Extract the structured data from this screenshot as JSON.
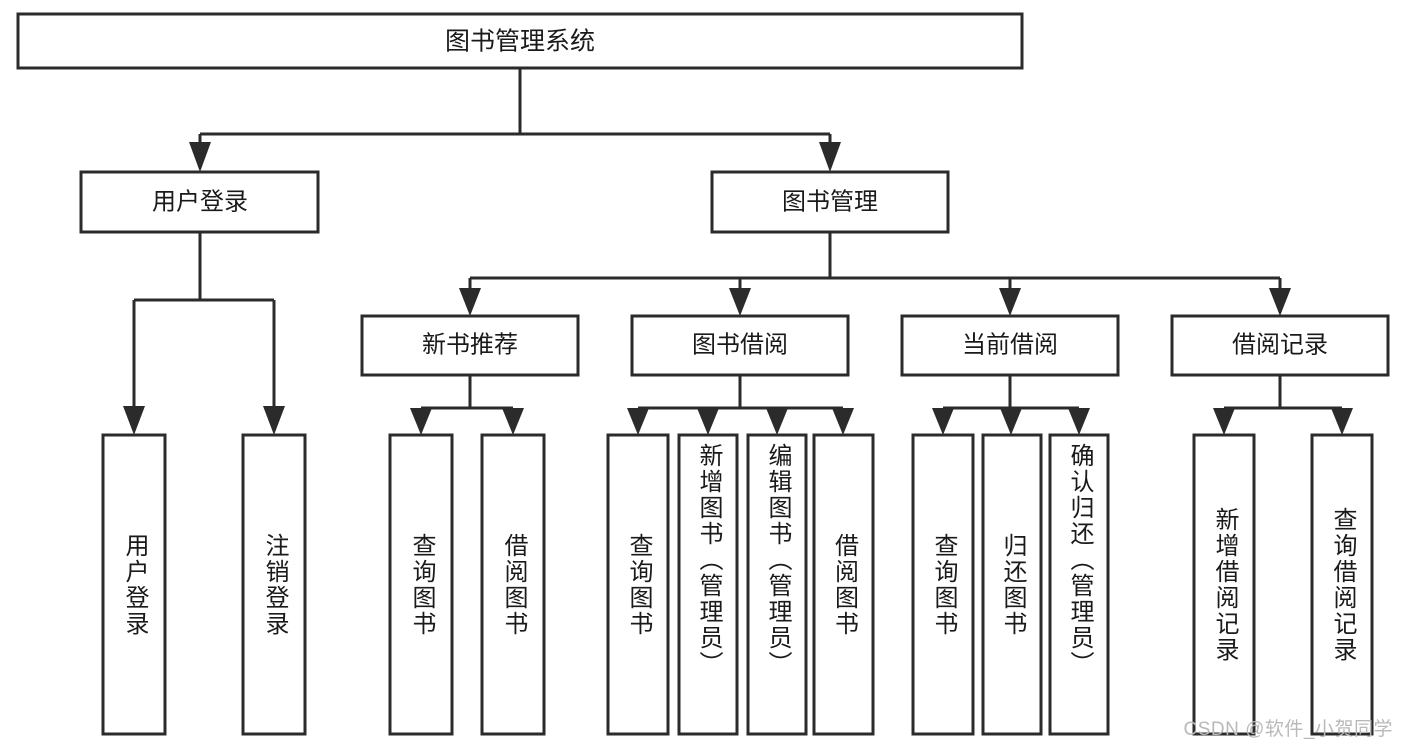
{
  "diagram": {
    "title": "图书管理系统",
    "type": "tree-hierarchy",
    "root": {
      "id": "root",
      "label": "图书管理系统",
      "orientation": "horizontal"
    },
    "level2": [
      {
        "id": "user-login",
        "label": "用户登录",
        "orientation": "horizontal"
      },
      {
        "id": "book-manage",
        "label": "图书管理",
        "orientation": "horizontal"
      }
    ],
    "level3": [
      {
        "id": "new-book-recommend",
        "label": "新书推荐",
        "parent": "book-manage",
        "orientation": "horizontal"
      },
      {
        "id": "book-borrow",
        "label": "图书借阅",
        "parent": "book-manage",
        "orientation": "horizontal"
      },
      {
        "id": "current-borrow",
        "label": "当前借阅",
        "parent": "book-manage",
        "orientation": "horizontal"
      },
      {
        "id": "borrow-record",
        "label": "借阅记录",
        "parent": "book-manage",
        "orientation": "horizontal"
      }
    ],
    "leaves": [
      {
        "id": "leaf-user-login",
        "label": "用户登录",
        "parent": "user-login",
        "orientation": "vertical"
      },
      {
        "id": "leaf-logout-login",
        "label": "注销登录",
        "parent": "user-login",
        "orientation": "vertical"
      },
      {
        "id": "leaf-query-book-1",
        "label": "查询图书",
        "parent": "new-book-recommend",
        "orientation": "vertical"
      },
      {
        "id": "leaf-borrow-book-1",
        "label": "借阅图书",
        "parent": "new-book-recommend",
        "orientation": "vertical"
      },
      {
        "id": "leaf-query-book-2",
        "label": "查询图书",
        "parent": "book-borrow",
        "orientation": "vertical"
      },
      {
        "id": "leaf-add-book-admin",
        "label": "新增图书（管理员）",
        "parent": "book-borrow",
        "orientation": "vertical"
      },
      {
        "id": "leaf-edit-book-admin",
        "label": "编辑图书（管理员）",
        "parent": "book-borrow",
        "orientation": "vertical"
      },
      {
        "id": "leaf-borrow-book-2",
        "label": "借阅图书",
        "parent": "book-borrow",
        "orientation": "vertical"
      },
      {
        "id": "leaf-query-book-3",
        "label": "查询图书",
        "parent": "current-borrow",
        "orientation": "vertical"
      },
      {
        "id": "leaf-return-book",
        "label": "归还图书",
        "parent": "current-borrow",
        "orientation": "vertical"
      },
      {
        "id": "leaf-confirm-return-admin",
        "label": "确认归还（管理员）",
        "parent": "current-borrow",
        "orientation": "vertical"
      },
      {
        "id": "leaf-add-borrow-record",
        "label": "新增借阅记录",
        "parent": "borrow-record",
        "orientation": "vertical"
      },
      {
        "id": "leaf-query-borrow-record",
        "label": "查询借阅记录",
        "parent": "borrow-record",
        "orientation": "vertical"
      }
    ],
    "colors": {
      "stroke": "#2b2b2b",
      "fill": "#ffffff",
      "text": "#1a1a1a",
      "watermark": "#b9b9b9"
    }
  },
  "watermark": {
    "text": "CSDN @软件_小贺同学"
  }
}
